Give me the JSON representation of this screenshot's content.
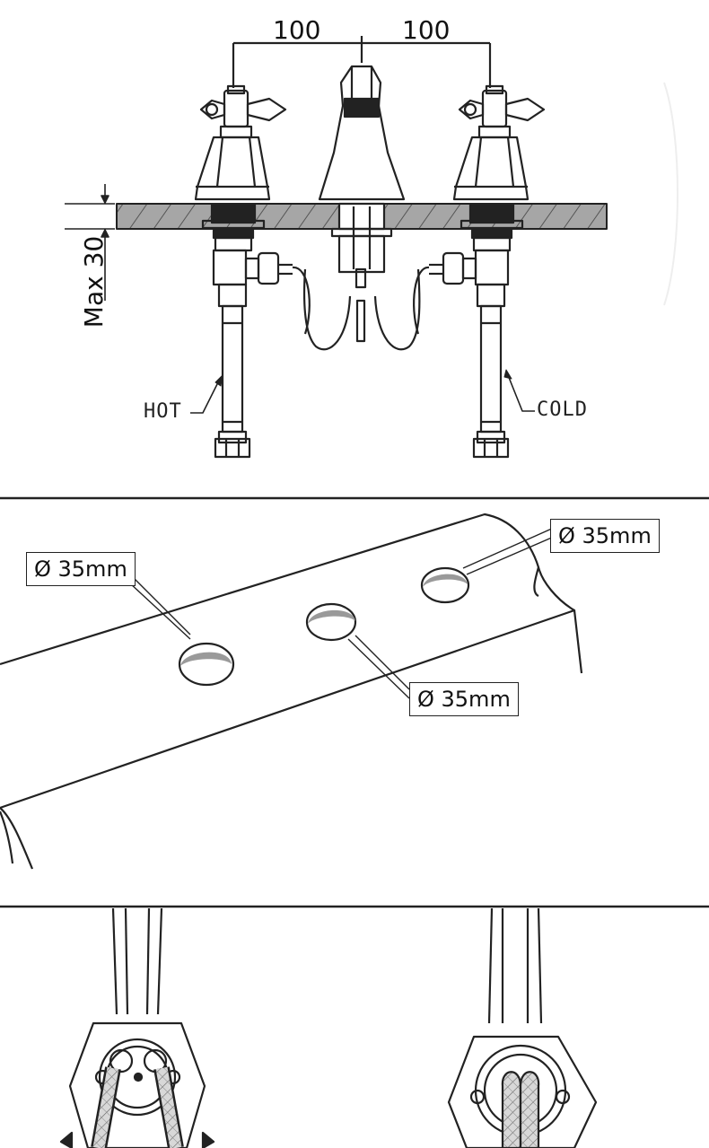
{
  "dimensions": {
    "left_spacing": "100",
    "right_spacing": "100",
    "max_thickness": "Max 30"
  },
  "pipes": {
    "hot_label": "HOT",
    "cold_label": "COLD"
  },
  "holes": {
    "left_label": "Ø 35mm",
    "right_label": "Ø 35mm",
    "center_label": "Ø 35mm"
  },
  "colors": {
    "line": "#222222",
    "hatch_fill": "#a6a6a6",
    "hole_fill": "#9a9a9a",
    "background": "#ffffff"
  }
}
